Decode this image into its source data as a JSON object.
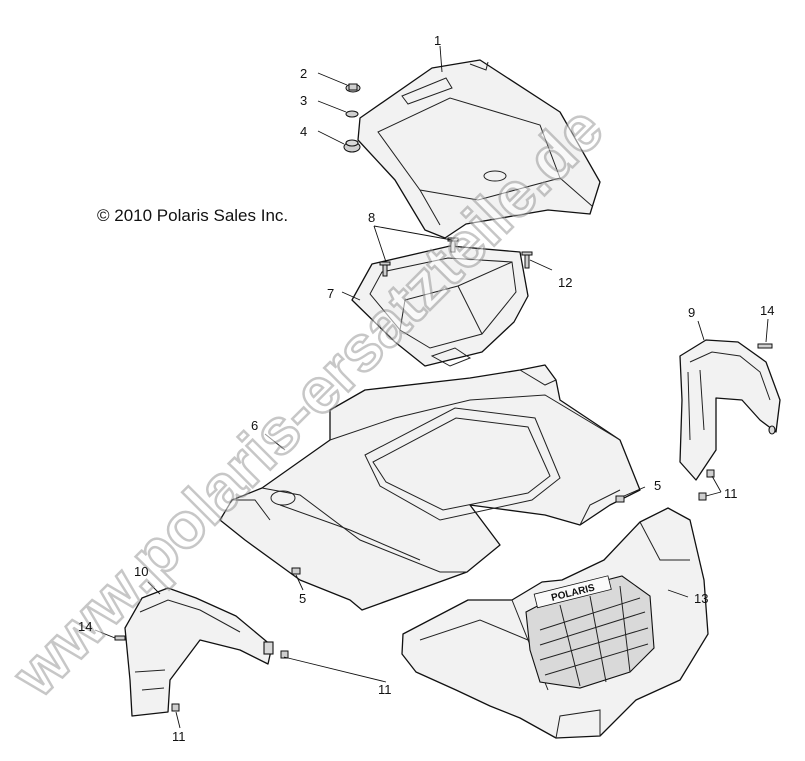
{
  "copyright": "© 2010 Polaris Sales Inc.",
  "watermark": "www.polaris-ersatzteile.de",
  "grille_brand": "POLARIS",
  "callouts": {
    "c1": "1",
    "c2": "2",
    "c3": "3",
    "c4": "4",
    "c5a": "5",
    "c5b": "5",
    "c6": "6",
    "c7": "7",
    "c8": "8",
    "c9": "9",
    "c10": "10",
    "c11a": "11",
    "c11b": "11",
    "c11c": "11",
    "c12": "12",
    "c13": "13",
    "c14a": "14",
    "c14b": "14"
  },
  "parts": [
    "hood-cover",
    "fastener",
    "washer",
    "grommet",
    "clip",
    "front-cab",
    "storage-bin",
    "screw",
    "right-fender",
    "left-fender",
    "push-rivet",
    "bolt",
    "front-bumper-grille",
    "fender-screw"
  ]
}
